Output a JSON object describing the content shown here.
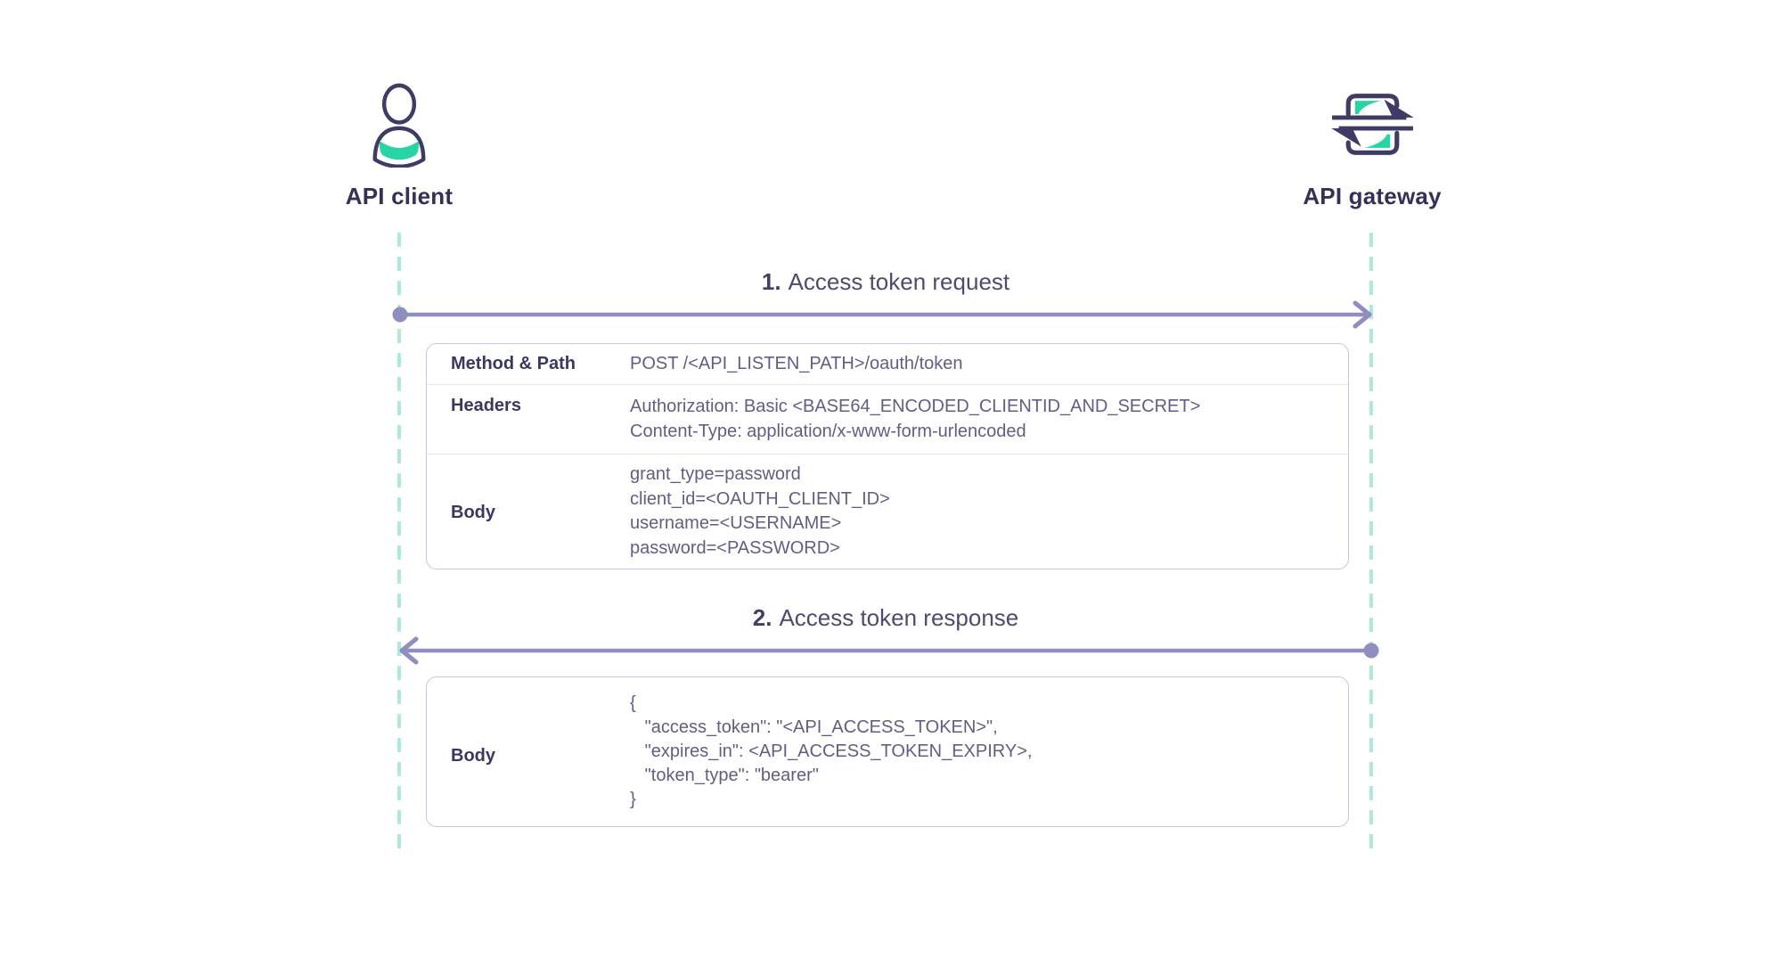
{
  "diagram": {
    "actors": [
      {
        "id": "api-client",
        "label": "API client",
        "icon": "user-icon"
      },
      {
        "id": "api-gateway",
        "label": "API gateway",
        "icon": "gateway-arrows-icon"
      }
    ],
    "messages": [
      {
        "number": "1.",
        "title": "Access token request",
        "from": "api-client",
        "to": "api-gateway",
        "direction": "right",
        "table": {
          "rows": [
            {
              "label": "Method & Path",
              "lines": [
                "POST /<API_LISTEN_PATH>/oauth/token"
              ]
            },
            {
              "label": "Headers",
              "lines": [
                "Authorization: Basic <BASE64_ENCODED_CLIENTID_AND_SECRET>",
                "Content-Type: application/x-www-form-urlencoded"
              ]
            },
            {
              "label": "Body",
              "lines": [
                "grant_type=password",
                "client_id=<OAUTH_CLIENT_ID>",
                "username=<USERNAME>",
                "password=<PASSWORD>"
              ]
            }
          ]
        }
      },
      {
        "number": "2.",
        "title": "Access token response",
        "from": "api-gateway",
        "to": "api-client",
        "direction": "left",
        "table": {
          "rows": [
            {
              "label": "Body",
              "lines": [
                "{",
                "   \"access_token\": \"<API_ACCESS_TOKEN>\",",
                "   \"expires_in\": <API_ACCESS_TOKEN_EXPIRY>,",
                "   \"token_type\": \"bearer\"",
                "}"
              ]
            }
          ]
        }
      }
    ],
    "colors": {
      "accent_teal": "#26d4a6",
      "icon_ink": "#3e3c64",
      "label_ink": "#33315a",
      "value_text": "#605e85",
      "arrow_purple": "#908dc0",
      "lifeline_mint": "#aeead8",
      "table_border": "#c9c4e7",
      "row_separator": "#e8e6f5",
      "background": "#ffffff"
    }
  }
}
